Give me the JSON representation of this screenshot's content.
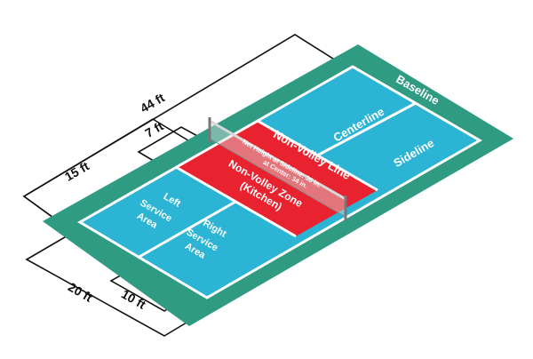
{
  "labels": {
    "baseline": "Baseline",
    "centerline": "Centerline",
    "sideline": "Sideline",
    "non_volley_line": "Non-Volley Line",
    "non_volley_zone": "Non-Volley Zone",
    "kitchen": "(Kitchen)",
    "net_height_sideline": "Net Height at Sideline: 36 in.",
    "net_height_center": "at Center: 34 in.",
    "left_service_line1": "Left",
    "left_service_line2": "Service",
    "left_service_line3": "Area",
    "right_service_line1": "Right",
    "right_service_line2": "Service",
    "right_service_line3": "Area"
  },
  "dimensions": {
    "length": "44 ft",
    "half_length": "15 ft",
    "kitchen_depth": "7 ft",
    "width": "20 ft",
    "half_width": "10 ft"
  },
  "colors": {
    "surround": "#2f9b82",
    "court": "#2bb4d4",
    "kitchen": "#e8232f",
    "lines": "#ffffff",
    "dimension_lines": "#111111"
  }
}
